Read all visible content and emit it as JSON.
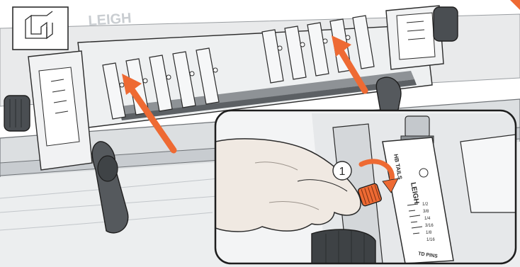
{
  "brand": {
    "wordmark": "LEIGH",
    "logo_icon": "leigh-logo-icon"
  },
  "inset": {
    "step_number": "1",
    "scale_labels": {
      "top": "HB TAILS",
      "bottom": "TD PINS"
    },
    "scale_marks": [
      "1/2",
      "3/8",
      "1/4",
      "3/16",
      "1/8",
      "1/16"
    ],
    "adjuster_icon": "knurled-knob-icon",
    "rotation_icon": "rotate-arrow-icon"
  },
  "corner_badge": {
    "icon": "finger-joint-icon"
  },
  "colors": {
    "arrow_orange": "#ee6a33",
    "outline": "#2b2b2b",
    "metal_light": "#e4e6e8",
    "metal_mid": "#b8bcc0",
    "metal_dark": "#6c7074",
    "wood": "#d8dadc",
    "hand": "#f0e9e2"
  }
}
